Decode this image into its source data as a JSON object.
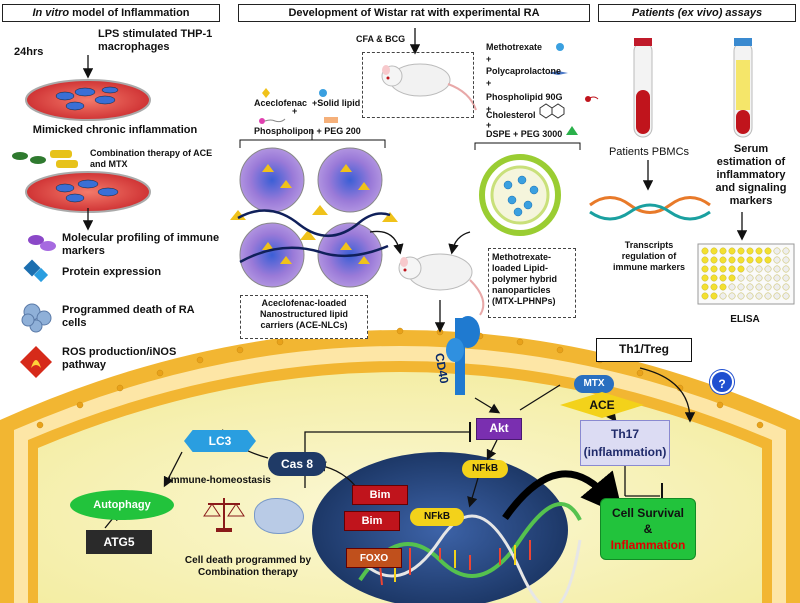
{
  "headers": {
    "invitro_em": "In vitro",
    "invitro_rest": " model of Inflammation",
    "wistar": "Development of Wistar rat with experimental RA",
    "patients": "Patients (ex vivo) assays"
  },
  "invitro": {
    "hours": "24hrs",
    "lps": "LPS stimulated THP-1 macrophages",
    "mimicked": "Mimicked chronic inflammation",
    "combo": "Combination therapy of ACE and MTX",
    "profiling": "Molecular profiling of immune markers",
    "protein": "Protein expression",
    "death": "Programmed death of RA cells",
    "ros": "ROS production/iNOS pathway"
  },
  "wistar": {
    "cfa": "CFA & BCG",
    "aceclofenac": "Aceclofenac",
    "solid_lipid": "+Solid lipid",
    "plus": "+",
    "phospholipon": "Phospholipon + PEG 200",
    "ace_nlc_label": "Aceclofenac-loaded Nanostructured lipid carriers (ACE-NLCs)",
    "methotrexate": "Methotrexate",
    "polycaprolactone": "Polycaprolactone",
    "phospholipid": "Phospholipid 90G",
    "cholesterol": "Cholesterol",
    "dspe": "DSPE + PEG 3000",
    "mtx_lphnp_label": "Methotrexate-loaded Lipid-polymer hybrid nanoparticles (MTX-LPHNPs)"
  },
  "patients": {
    "pbmcs": "Patients PBMCs",
    "serum": "Serum estimation of inflammatory and signaling markers",
    "transcripts": "Transcripts regulation of immune markers",
    "elisa": "ELISA"
  },
  "cell": {
    "th1treg": "Th1/Treg",
    "question": "?",
    "mtx": "MTX",
    "ace": "ACE",
    "th17": "Th17 (inflammation)",
    "cd40": "CD40",
    "akt": "Akt",
    "nfkb_cyto": "NFkB",
    "nfkb_nuc": "NFkB",
    "lc3": "LC3",
    "cas8": "Cas 8",
    "immune_homeostasis": "Immune-homeostasis",
    "autophagy": "Autophagy",
    "bim1": "Bim",
    "bim2": "Bim",
    "foxo": "FOXO",
    "atg5": "ATG5",
    "cell_death": "Cell death programmed by Combination therapy",
    "survival": "Cell Survival",
    "amp": "&",
    "inflammation": "Inflammation"
  },
  "colors": {
    "membrane": "#f2b632",
    "cytoplasm": "#f6f2b8",
    "nucleus": "#1f3e72",
    "akt": "#7a2fb0",
    "nfkb": "#f3d21a",
    "bim": "#c0141c",
    "foxo": "#c0501c",
    "survival": "#22c33c",
    "lc3": "#2a9ee0",
    "cas8": "#1f3a66",
    "inflammation_text": "#e00000"
  }
}
